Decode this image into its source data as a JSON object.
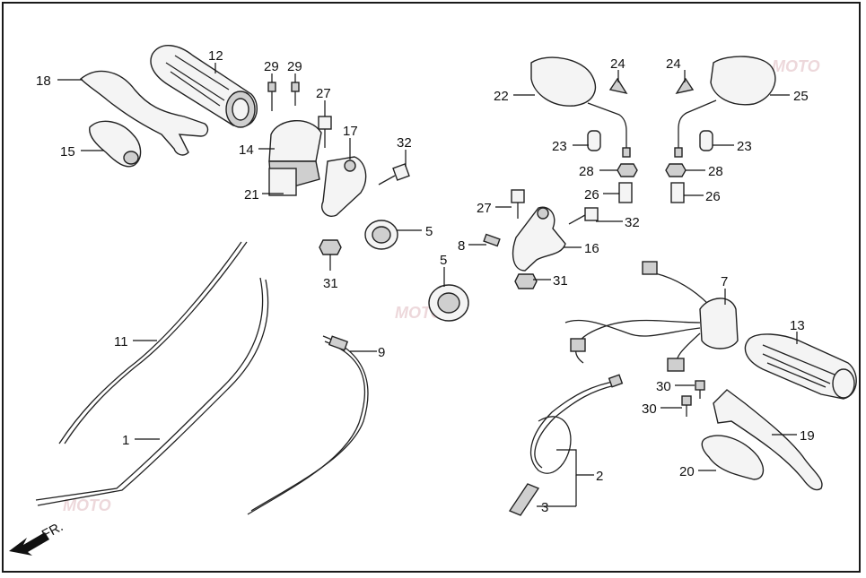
{
  "diagram": {
    "callouts": [
      {
        "id": "c18",
        "text": "18"
      },
      {
        "id": "c12",
        "text": "12"
      },
      {
        "id": "c29a",
        "text": "29"
      },
      {
        "id": "c29b",
        "text": "29"
      },
      {
        "id": "c27a",
        "text": "27"
      },
      {
        "id": "c15",
        "text": "15"
      },
      {
        "id": "c14",
        "text": "14"
      },
      {
        "id": "c17",
        "text": "17"
      },
      {
        "id": "c32a",
        "text": "32"
      },
      {
        "id": "c21",
        "text": "21"
      },
      {
        "id": "c5a",
        "text": "5"
      },
      {
        "id": "c31a",
        "text": "31"
      },
      {
        "id": "c11",
        "text": "11"
      },
      {
        "id": "c9",
        "text": "9"
      },
      {
        "id": "c1",
        "text": "1"
      },
      {
        "id": "c5b",
        "text": "5"
      },
      {
        "id": "c8",
        "text": "8"
      },
      {
        "id": "c27b",
        "text": "27"
      },
      {
        "id": "c16",
        "text": "16"
      },
      {
        "id": "c32b",
        "text": "32"
      },
      {
        "id": "c31b",
        "text": "31"
      },
      {
        "id": "c22",
        "text": "22"
      },
      {
        "id": "c24a",
        "text": "24"
      },
      {
        "id": "c24b",
        "text": "24"
      },
      {
        "id": "c25",
        "text": "25"
      },
      {
        "id": "c23a",
        "text": "23"
      },
      {
        "id": "c23b",
        "text": "23"
      },
      {
        "id": "c28a",
        "text": "28"
      },
      {
        "id": "c28b",
        "text": "28"
      },
      {
        "id": "c26a",
        "text": "26"
      },
      {
        "id": "c26b",
        "text": "26"
      },
      {
        "id": "c7",
        "text": "7"
      },
      {
        "id": "c13",
        "text": "13"
      },
      {
        "id": "c30a",
        "text": "30"
      },
      {
        "id": "c30b",
        "text": "30"
      },
      {
        "id": "c19",
        "text": "19"
      },
      {
        "id": "c2",
        "text": "2"
      },
      {
        "id": "c20",
        "text": "20"
      },
      {
        "id": "c3",
        "text": "3"
      }
    ],
    "direction_label": "FR."
  }
}
